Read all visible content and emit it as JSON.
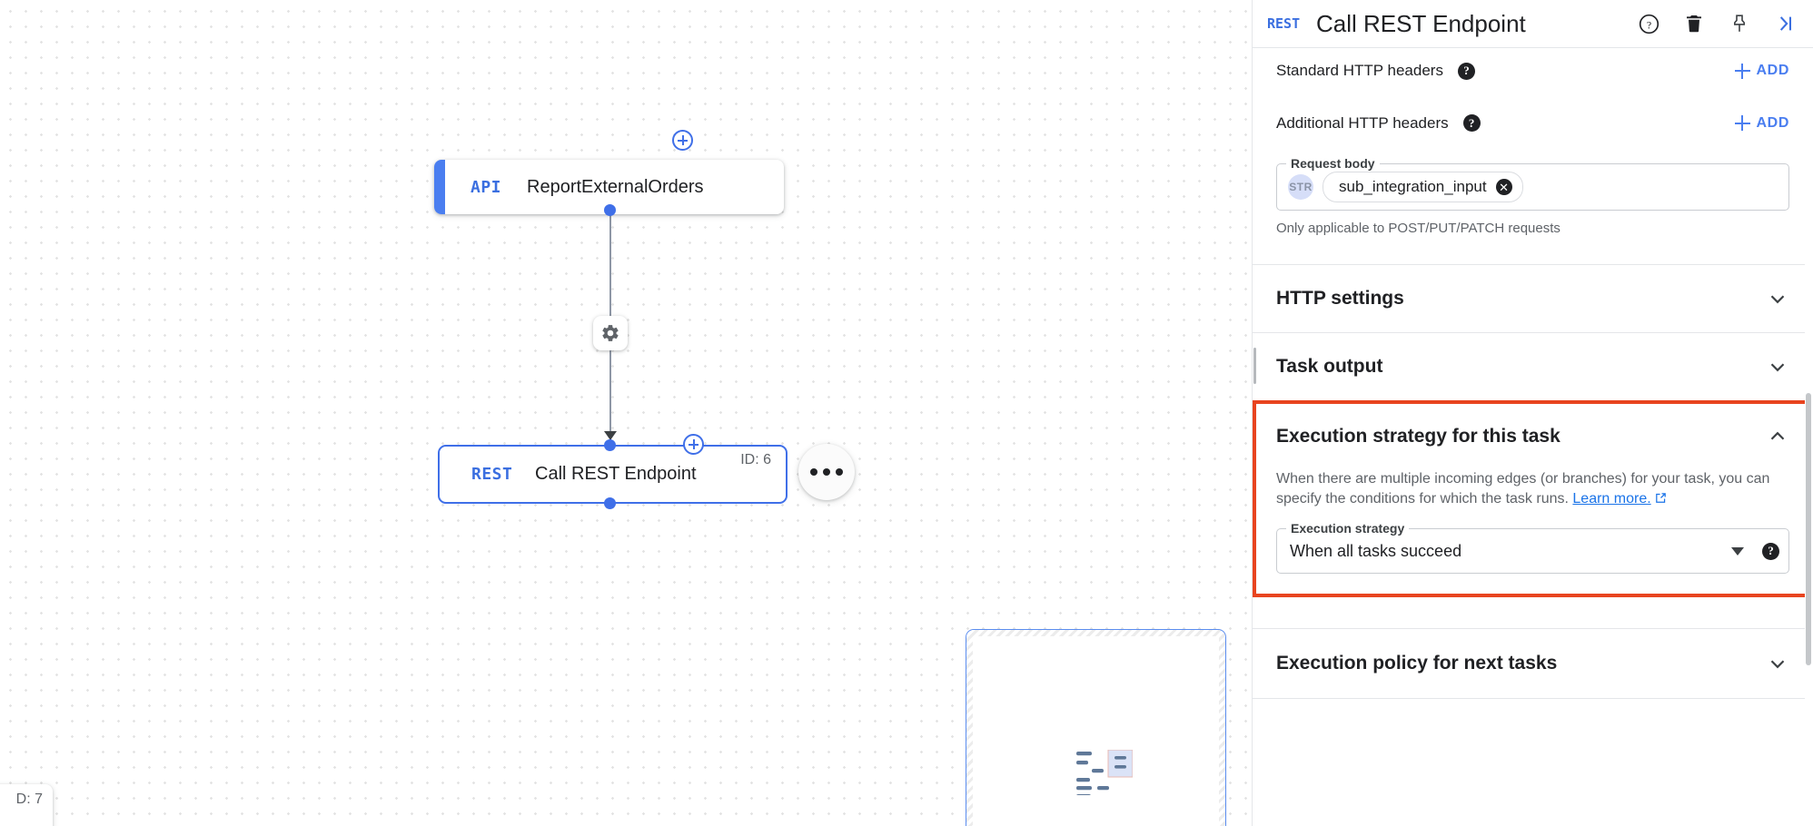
{
  "canvas": {
    "nodes": [
      {
        "badge": "API",
        "title": "ReportExternalOrders"
      },
      {
        "badge": "REST",
        "title": "Call REST Endpoint",
        "id_label": "ID: 6"
      }
    ],
    "offscreen_card_label": "D: 7",
    "edge_gear_icon": "gear-icon",
    "more_menu_icon": "more-horizontal-icon",
    "accent_color": "#3f6fe8"
  },
  "panel": {
    "header": {
      "badge": "REST",
      "title": "Call REST Endpoint",
      "icons": [
        "help-circle-icon",
        "trash-icon",
        "pin-icon",
        "collapse-right-icon"
      ]
    },
    "standard_headers": {
      "label": "Standard HTTP headers",
      "add_label": "ADD"
    },
    "additional_headers": {
      "label": "Additional HTTP headers",
      "add_label": "ADD"
    },
    "request_body": {
      "label": "Request body",
      "type_chip": "STR",
      "value": "sub_integration_input",
      "hint": "Only applicable to POST/PUT/PATCH requests"
    },
    "sections": [
      {
        "title": "HTTP settings",
        "expanded": false
      },
      {
        "title": "Task output",
        "expanded": false
      },
      {
        "title": "Execution policy for next tasks",
        "expanded": false
      }
    ],
    "execution_strategy": {
      "title": "Execution strategy for this task",
      "expanded": true,
      "description_line1": "When there are multiple incoming edges (or branches) for your task,",
      "description_line2": "you can specify the conditions for which the task runs.",
      "link_text": "Learn more.",
      "field_label": "Execution strategy",
      "field_value": "When all tasks succeed",
      "highlight_color": "#e8441f"
    }
  }
}
